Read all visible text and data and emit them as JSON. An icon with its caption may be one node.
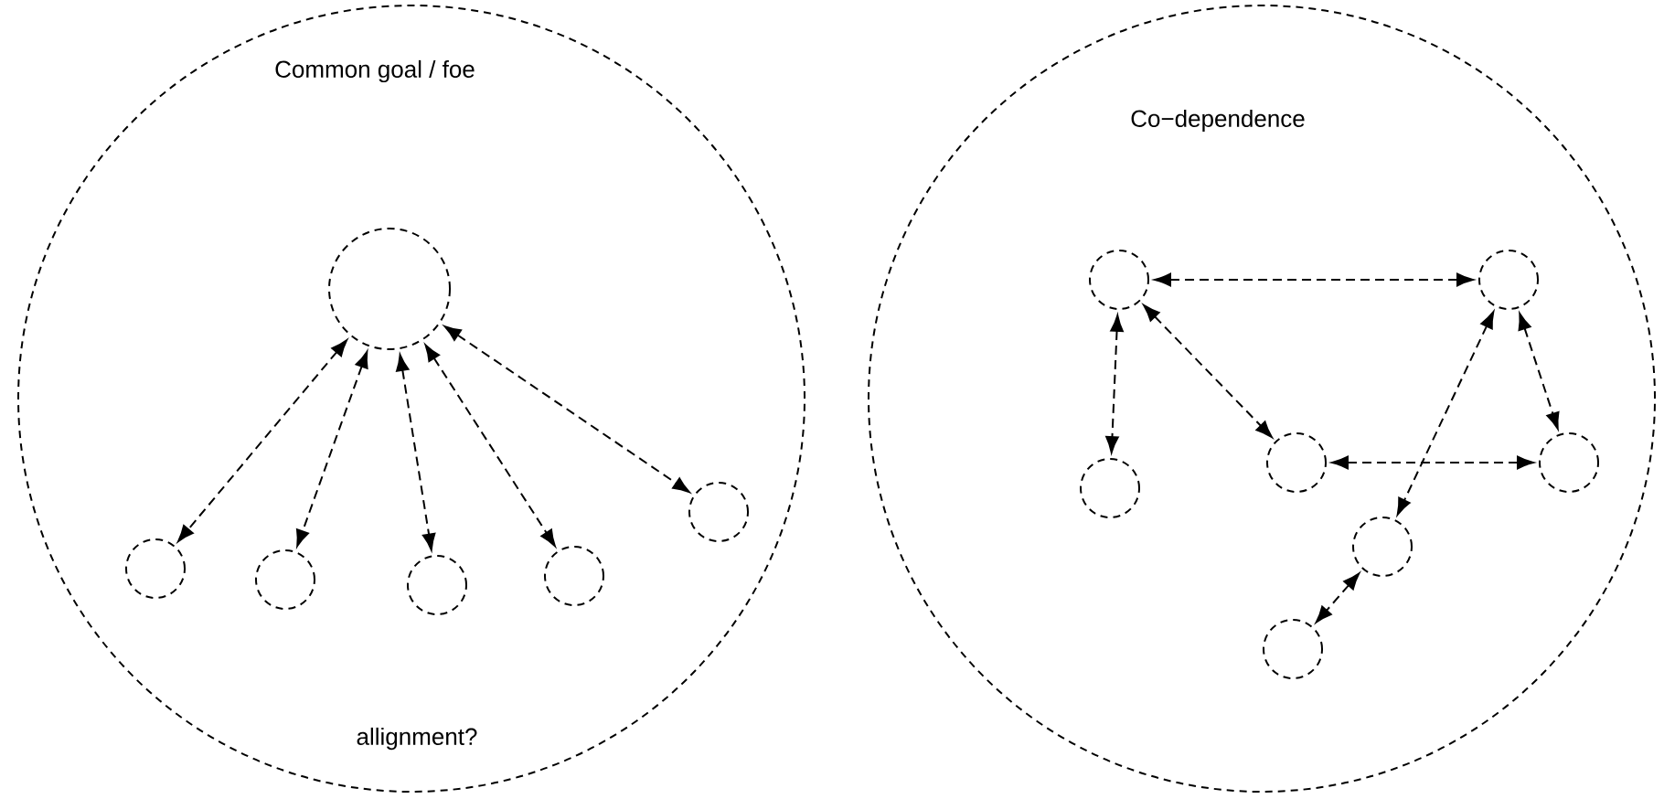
{
  "diagram": {
    "nodes": [
      {
        "text": [
          "Common goal / foe",
          "allignment?"
        ]
      },
      {
        "text": [],
        "shape": "circle",
        "in": 0
      },
      {
        "text": [],
        "shape": "circle",
        "in": 0
      },
      {
        "text": [],
        "shape": "circle",
        "in": 0
      },
      {
        "text": [],
        "shape": "circle",
        "in": 0
      },
      {
        "text": [],
        "shape": "circle",
        "in": 0
      },
      {
        "text": [],
        "shape": "circle",
        "in": 0
      },
      {
        "text": [
          "Co−dependence"
        ]
      },
      {
        "text": [],
        "shape": "circle",
        "in": 7
      },
      {
        "text": [],
        "shape": "circle",
        "in": 7
      },
      {
        "text": [],
        "shape": "circle",
        "in": 7
      },
      {
        "text": [],
        "shape": "circle",
        "in": 7
      },
      {
        "text": [],
        "shape": "circle",
        "in": 7
      },
      {
        "text": [],
        "shape": "circle",
        "in": 7
      },
      {
        "text": [],
        "shape": "circle",
        "in": 7
      }
    ],
    "edges": [
      {
        "from": 1,
        "to": 2,
        "arrow": "both"
      },
      {
        "from": 1,
        "to": 3,
        "arrow": "both"
      },
      {
        "from": 1,
        "to": 4,
        "arrow": "both"
      },
      {
        "from": 1,
        "to": 5,
        "arrow": "both"
      },
      {
        "from": 1,
        "to": 6,
        "arrow": "both"
      },
      {
        "from": 8,
        "to": 9,
        "arrow": "both"
      },
      {
        "from": 8,
        "to": 10,
        "arrow": "both"
      },
      {
        "from": 8,
        "to": 11,
        "arrow": "both"
      },
      {
        "from": 11,
        "to": 12,
        "arrow": "both"
      },
      {
        "from": 9,
        "to": 12,
        "arrow": "both"
      },
      {
        "from": 9,
        "to": 13,
        "arrow": "both"
      },
      {
        "from": 13,
        "to": 14,
        "arrow": "both"
      }
    ]
  }
}
